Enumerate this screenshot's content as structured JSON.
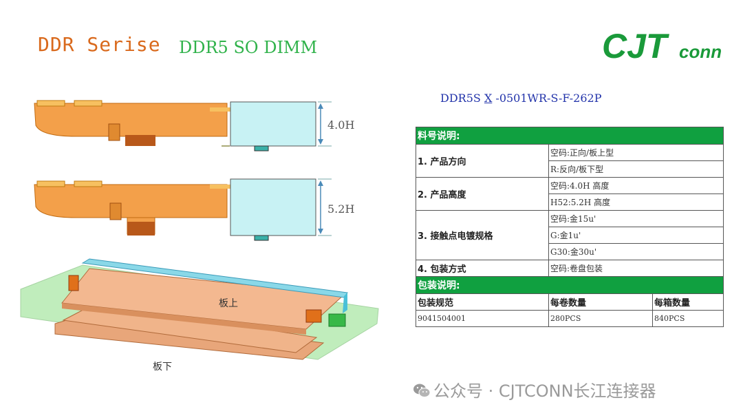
{
  "header": {
    "series": "DDR Serise",
    "product": "DDR5 SO DIMM"
  },
  "logo": {
    "text": "CJTconn"
  },
  "part_number": {
    "prefix": "DDR5S ",
    "variable": "X",
    "suffix": " -0501WR-S-F-262P"
  },
  "dimensions": {
    "h1": "4.0H",
    "h2": "5.2H"
  },
  "assembly_labels": {
    "top": "板上",
    "bottom": "板下"
  },
  "spec_table": {
    "title": "料号说明:",
    "rows": [
      {
        "label": "1. 产品方向",
        "options": [
          "空码:正向/板上型",
          "R:反向/板下型"
        ]
      },
      {
        "label": "2. 产品高度",
        "options": [
          "空码:4.0H 高度",
          "H52:5.2H 高度"
        ]
      },
      {
        "label": "3. 接触点电镀规格",
        "options": [
          "空码:金15u'",
          "G:金1u'",
          "G30:金30u'"
        ]
      },
      {
        "label": "4. 包装方式",
        "options": [
          "空码:卷盘包装"
        ]
      }
    ],
    "packing_title": "包装说明:",
    "packing_headers": [
      "包装规范",
      "每卷数量",
      "每箱数量"
    ],
    "packing_values": [
      "9041504001",
      "280PCS",
      "840PCS"
    ]
  },
  "watermark": {
    "text": "公众号 · CJTCONN长江连接器"
  },
  "colors": {
    "accent_green": "#10a040",
    "title_orange": "#d9691c",
    "part_blue": "#2233aa"
  }
}
